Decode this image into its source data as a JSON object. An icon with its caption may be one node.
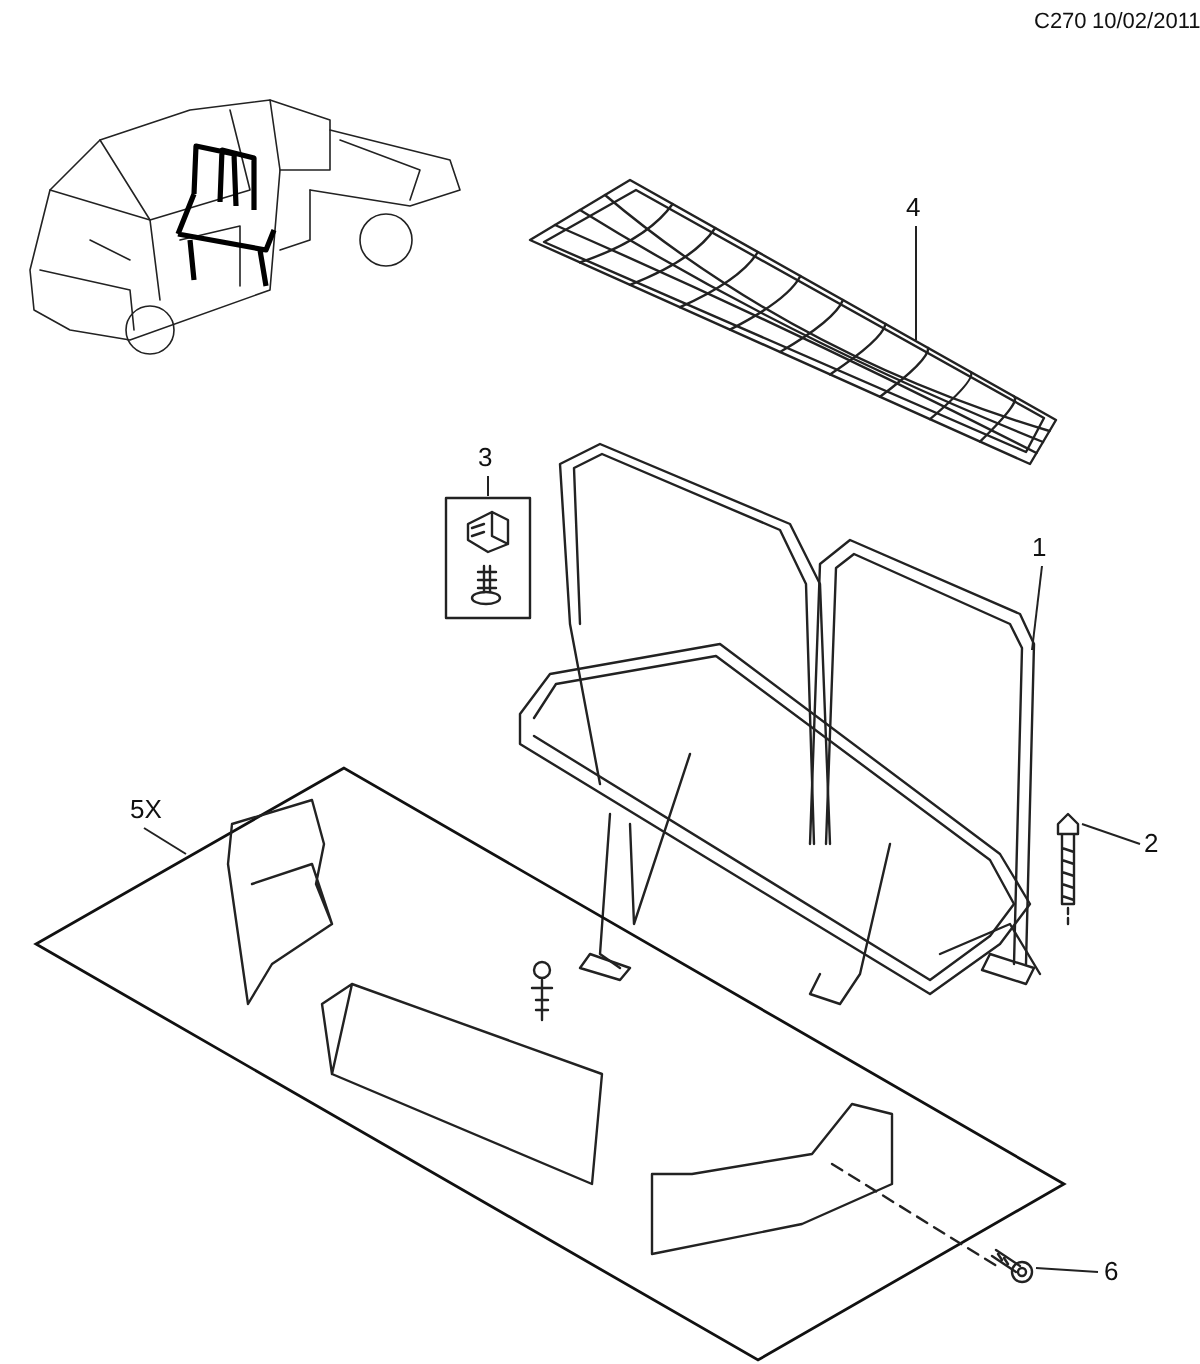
{
  "diagram": {
    "nodes": [
      {
        "text": [
          "4"
        ]
      },
      {
        "text": [],
        "shape": "picture"
      },
      {
        "text": [
          "3"
        ]
      },
      {
        "text": [],
        "shape": "picture"
      },
      {
        "text": [
          "1"
        ]
      },
      {
        "text": [],
        "shape": "picture"
      },
      {
        "text": [
          "2"
        ]
      },
      {
        "text": [],
        "shape": "picture"
      },
      {
        "text": [
          "5X"
        ]
      },
      {
        "text": [],
        "shape": "box"
      },
      {
        "text": [
          "6"
        ]
      },
      {
        "text": [],
        "shape": "picture"
      }
    ],
    "edges": [
      {
        "from": 0,
        "to": 1,
        "arrow": "none"
      },
      {
        "from": 2,
        "to": 3,
        "arrow": "none"
      },
      {
        "from": 4,
        "to": 5,
        "arrow": "none"
      },
      {
        "from": 6,
        "to": 7,
        "arrow": "none"
      },
      {
        "from": 8,
        "to": 9,
        "arrow": "none"
      },
      {
        "from": 10,
        "to": 11,
        "arrow": "none"
      }
    ],
    "labels": [
      "C270",
      "10/02/2011"
    ]
  }
}
